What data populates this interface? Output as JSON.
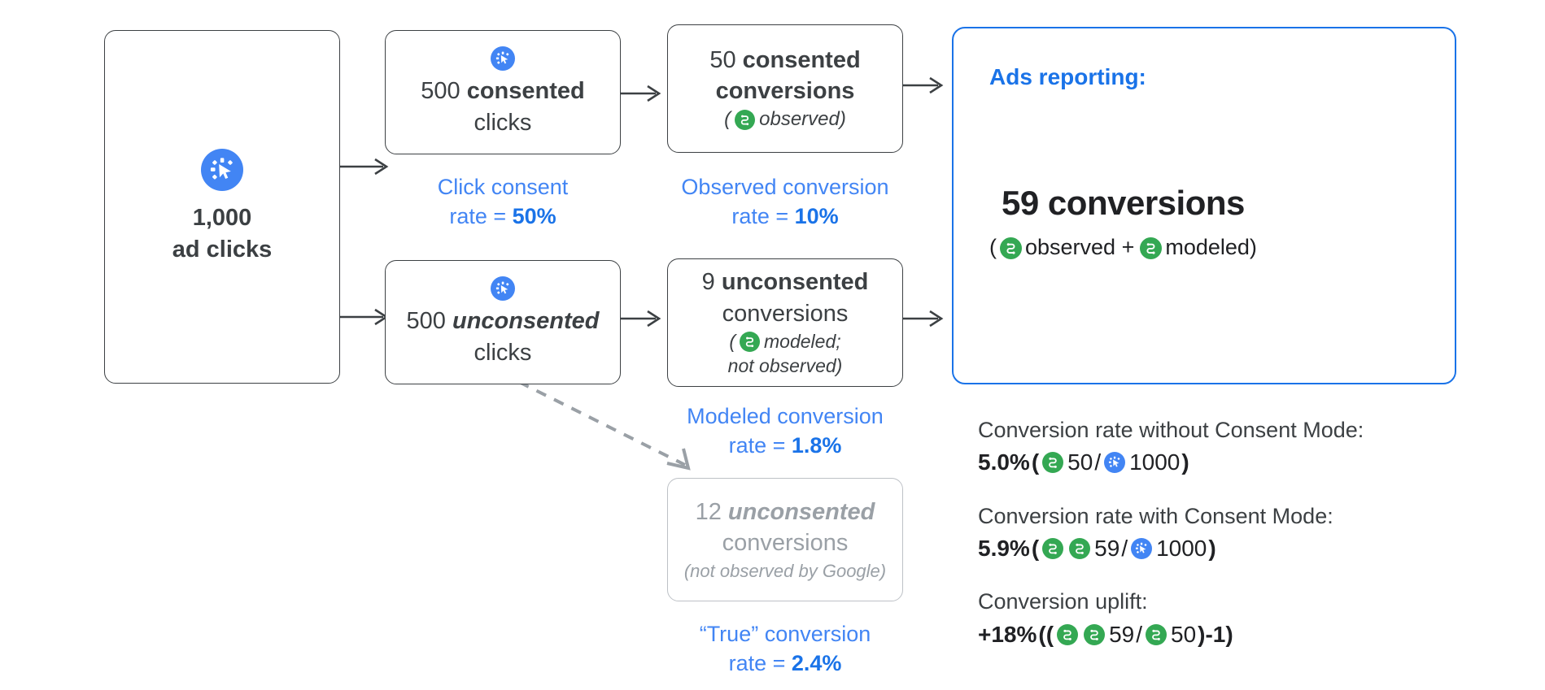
{
  "colors": {
    "blue_accent": "#4285f4",
    "blue_bold": "#1a73e8",
    "green_icon": "#34a853",
    "yellow_icon": "#fbbc04",
    "blue_icon": "#4285f4",
    "ink": "#3c4043",
    "ghost": "#9aa0a6"
  },
  "icons": {
    "click": "click-icon",
    "conversion_observed": "conversion-observed-icon",
    "conversion_modeled": "conversion-modeled-icon"
  },
  "nodes": {
    "ad_clicks": {
      "number": "1,000",
      "label": "ad clicks"
    },
    "consented_clicks": {
      "number": "500",
      "emph": "consented",
      "label": "clicks"
    },
    "unconsented_clicks": {
      "number": "500",
      "emph": "unconsented",
      "label": "clicks"
    },
    "consented_conversions": {
      "number": "50",
      "emph": "consented",
      "label": "conversions",
      "note_open": "(",
      "note": "observed)"
    },
    "unconsented_conversions": {
      "number": "9",
      "emph": "unconsented",
      "label": "conversions",
      "note_open": "(",
      "note_line1": "modeled;",
      "note_line2": "not observed)"
    },
    "true_conversions": {
      "number": "12",
      "emph": "unconsented",
      "label": "conversions",
      "note": "(not observed by Google)"
    }
  },
  "captions": {
    "click_consent": {
      "line1": "Click consent",
      "line2_pre": "rate = ",
      "line2_val": "50%"
    },
    "observed": {
      "line1": "Observed conversion",
      "line2_pre": "rate = ",
      "line2_val": "10%"
    },
    "modeled": {
      "line1": "Modeled conversion",
      "line2_pre": "rate = ",
      "line2_val": "1.8%"
    },
    "true": {
      "line1": "“True” conversion",
      "line2_pre": "rate = ",
      "line2_val": "2.4%"
    }
  },
  "report": {
    "title": "Ads reporting:",
    "headline": "59 conversions",
    "sub_open": "(",
    "sub_observed": "observed +",
    "sub_modeled": "modeled)"
  },
  "stats": [
    {
      "label": "Conversion rate without Consent Mode:",
      "percent": "5.0%",
      "open": "(",
      "icons_a": [
        "conversion-observed-icon"
      ],
      "num_a": "50",
      "slash": "/",
      "icons_b": [
        "click-icon"
      ],
      "num_b": "1000",
      "close": ")",
      "tail": ""
    },
    {
      "label": "Conversion rate with Consent Mode:",
      "percent": "5.9%",
      "open": "(",
      "icons_a": [
        "conversion-observed-icon",
        "conversion-modeled-icon"
      ],
      "num_a": "59",
      "slash": "/",
      "icons_b": [
        "click-icon"
      ],
      "num_b": "1000",
      "close": ")",
      "tail": ""
    },
    {
      "label": "Conversion uplift:",
      "percent": "+18%",
      "open": "((",
      "icons_a": [
        "conversion-observed-icon",
        "conversion-modeled-icon"
      ],
      "num_a": "59",
      "slash": "/",
      "icons_b": [
        "conversion-observed-icon"
      ],
      "num_b": "50",
      "close": ")-1)",
      "tail": ""
    }
  ]
}
